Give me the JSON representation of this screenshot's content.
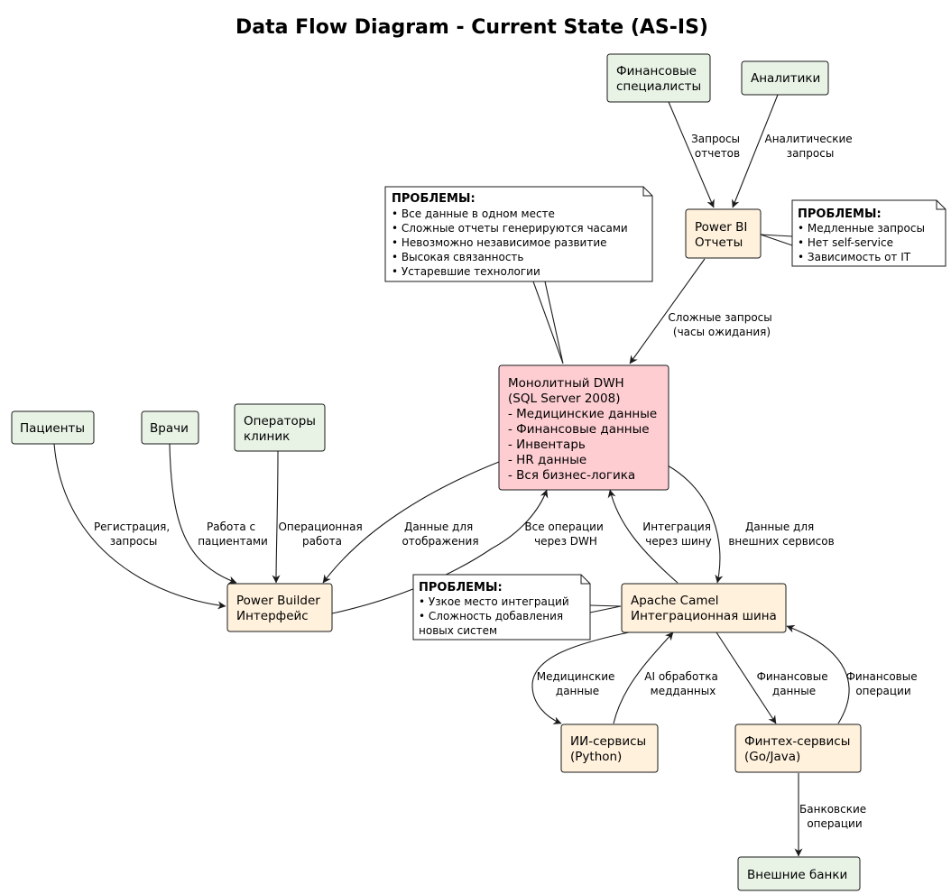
{
  "title": "Data Flow Diagram - Current State (AS-IS)",
  "colors": {
    "actor_fill": "#e8f3e6",
    "system_fill": "#fff1dc",
    "core_fill": "#fdcdd2",
    "note_fill": "#ffffff",
    "stroke": "#1a1a1a"
  },
  "nodes": {
    "fin_specialists": {
      "lines": [
        "Финансовые",
        "специалисты"
      ],
      "kind": "actor"
    },
    "analysts": {
      "lines": [
        "Аналитики"
      ],
      "kind": "actor"
    },
    "powerbi": {
      "lines": [
        "Power BI",
        "Отчеты"
      ],
      "kind": "system"
    },
    "dwh": {
      "lines": [
        "Монолитный DWH",
        "(SQL Server 2008)",
        "- Медицинские данные",
        "- Финансовые данные",
        "- Инвентарь",
        "- HR данные",
        "- Вся бизнес-логика"
      ],
      "kind": "core"
    },
    "patients": {
      "lines": [
        "Пациенты"
      ],
      "kind": "actor"
    },
    "doctors": {
      "lines": [
        "Врачи"
      ],
      "kind": "actor"
    },
    "operators": {
      "lines": [
        "Операторы",
        "клиник"
      ],
      "kind": "actor"
    },
    "powerbuilder": {
      "lines": [
        "Power Builder",
        "Интерфейс"
      ],
      "kind": "system"
    },
    "camel": {
      "lines": [
        "Apache Camel",
        "Интеграционная шина"
      ],
      "kind": "system"
    },
    "ai": {
      "lines": [
        "ИИ-сервисы",
        "(Python)"
      ],
      "kind": "system"
    },
    "fintech": {
      "lines": [
        "Финтех-сервисы",
        "(Go/Java)"
      ],
      "kind": "system"
    },
    "banks": {
      "lines": [
        "Внешние банки"
      ],
      "kind": "actor"
    }
  },
  "edges": {
    "fin_to_bi": [
      "Запросы",
      "отчетов"
    ],
    "an_to_bi": [
      "Аналитические",
      "запросы"
    ],
    "bi_to_dwh": [
      "Сложные запросы",
      "(часы ожидания)"
    ],
    "pat_to_pb": [
      "Регистрация,",
      "запросы"
    ],
    "doc_to_pb": [
      "Работа с",
      "пациентами"
    ],
    "op_to_pb": [
      "Операционная",
      "работа"
    ],
    "dwh_to_pb": [
      "Данные для",
      "отображения"
    ],
    "pb_to_dwh": [
      "Все операции",
      "через DWH"
    ],
    "camel_to_dwh": [
      "Интеграция",
      "через шину"
    ],
    "dwh_to_camel": [
      "Данные для",
      "внешних сервисов"
    ],
    "camel_to_ai": [
      "Медицинские",
      "данные"
    ],
    "ai_to_camel": [
      "AI обработка",
      "медданных"
    ],
    "camel_to_fin": [
      "Финансовые",
      "данные"
    ],
    "fin_to_camel": [
      "Финансовые",
      "операции"
    ],
    "fin_to_banks": [
      "Банковские",
      "операции"
    ]
  },
  "notes": {
    "dwh_note": {
      "heading": "ПРОБЛЕМЫ:",
      "items": [
        "• Все данные в одном месте",
        "• Сложные отчеты генерируются часами",
        "• Невозможно независимое развитие",
        "• Высокая связанность",
        "• Устаревшие технологии"
      ]
    },
    "bi_note": {
      "heading": "ПРОБЛЕМЫ:",
      "items": [
        "• Медленные запросы",
        "• Нет self-service",
        "• Зависимость от IT"
      ]
    },
    "camel_note": {
      "heading": "ПРОБЛЕМЫ:",
      "items": [
        "• Узкое место интеграций",
        "• Сложность добавления",
        "новых систем"
      ]
    }
  }
}
